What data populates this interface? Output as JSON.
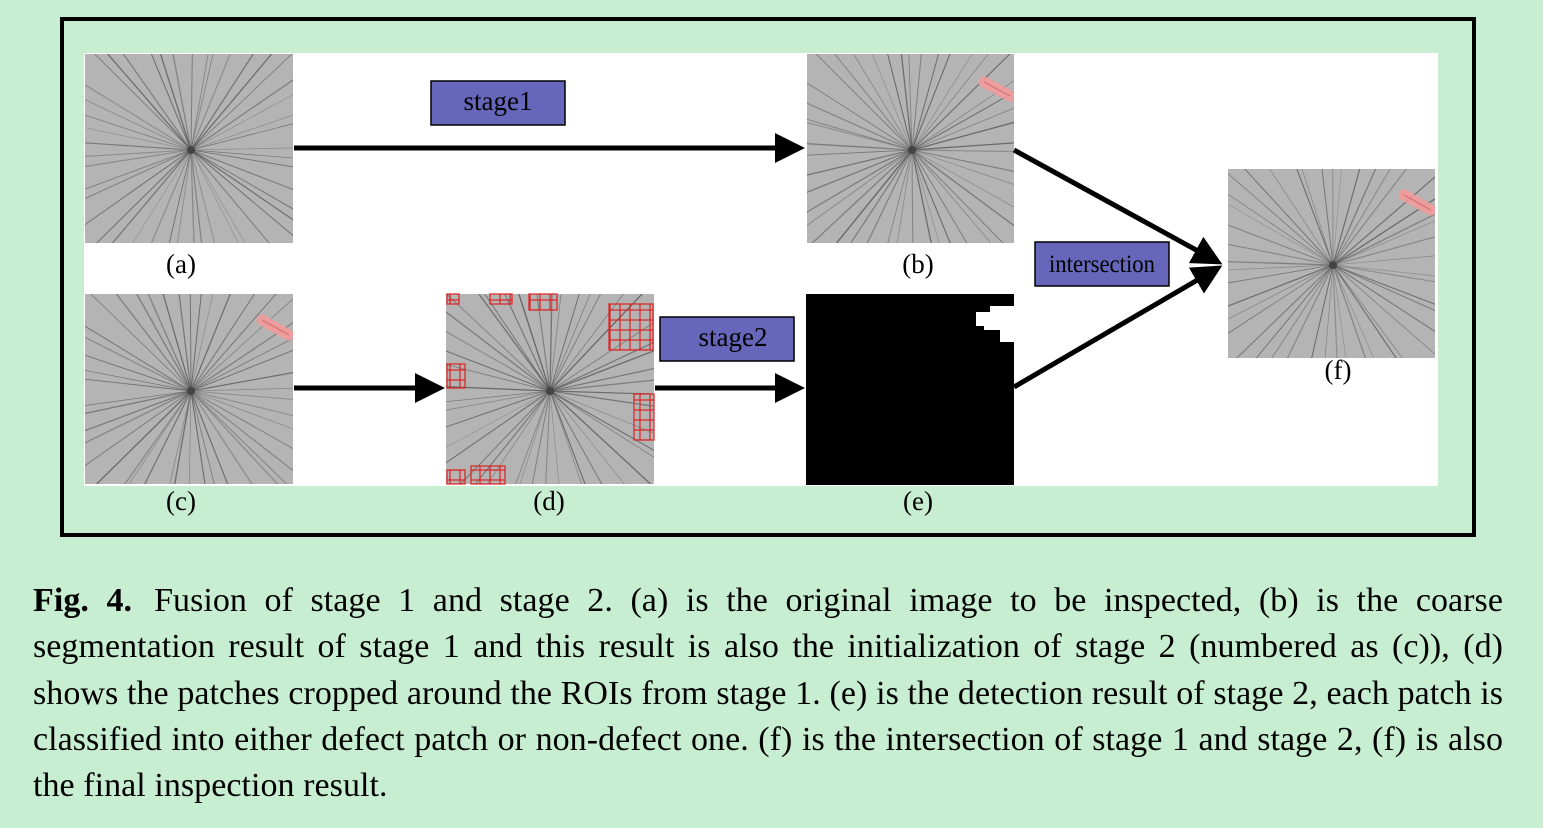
{
  "figure": {
    "panels": {
      "a": "(a)",
      "b": "(b)",
      "c": "(c)",
      "d": "(d)",
      "e": "(e)",
      "f": "(f)"
    },
    "boxes": {
      "stage1": "stage1",
      "stage2": "stage2",
      "intersection": "intersection"
    },
    "colors": {
      "background": "#c8eed1",
      "box_fill": "#6666bb",
      "defect_highlight": "#f29a9a",
      "patch_grid": "#e02020"
    }
  },
  "caption": {
    "label": "Fig. 4.",
    "text": "Fusion of stage 1 and stage 2. (a) is the original image to be inspected, (b) is the coarse segmentation result of stage 1 and this result is also the initialization of stage 2 (numbered as (c)), (d) shows the patches cropped around the ROIs from stage 1. (e) is the detection result of stage 2, each patch is classified into either defect patch or non-defect one. (f) is the intersection of stage 1 and stage 2, (f) is also the final inspection result."
  }
}
